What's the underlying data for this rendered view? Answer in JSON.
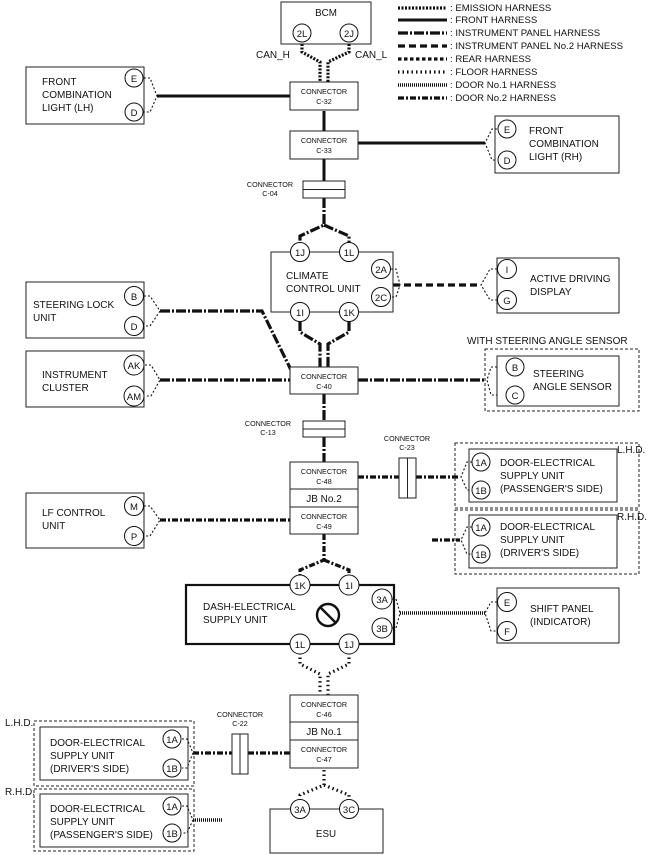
{
  "legend": [
    {
      "label": ": EMISSION HARNESS"
    },
    {
      "label": ": FRONT HARNESS"
    },
    {
      "label": ": INSTRUMENT PANEL HARNESS"
    },
    {
      "label": ": INSTRUMENT PANEL No.2 HARNESS"
    },
    {
      "label": ": REAR HARNESS"
    },
    {
      "label": ": FLOOR HARNESS"
    },
    {
      "label": ": DOOR No.1 HARNESS"
    },
    {
      "label": ": DOOR No.2 HARNESS"
    }
  ],
  "bcm": {
    "title": "BCM",
    "pin_left": "2L",
    "pin_right": "2J",
    "can_h": "CAN_H",
    "can_l": "CAN_L"
  },
  "connectors": {
    "c32": {
      "l1": "CONNECTOR",
      "l2": "C-32"
    },
    "c33": {
      "l1": "CONNECTOR",
      "l2": "C-33"
    },
    "c04": {
      "l1": "CONNECTOR",
      "l2": "C-04"
    },
    "c40": {
      "l1": "CONNECTOR",
      "l2": "C-40"
    },
    "c13": {
      "l1": "CONNECTOR",
      "l2": "C-13"
    },
    "c23": {
      "l1": "CONNECTOR",
      "l2": "C-23"
    },
    "c48": {
      "l1": "CONNECTOR",
      "l2": "C-48"
    },
    "c49": {
      "l1": "CONNECTOR",
      "l2": "C-49"
    },
    "c46": {
      "l1": "CONNECTOR",
      "l2": "C-46"
    },
    "c47": {
      "l1": "CONNECTOR",
      "l2": "C-47"
    },
    "c22": {
      "l1": "CONNECTOR",
      "l2": "C-22"
    }
  },
  "jb2": "JB No.2",
  "jb1": "JB No.1",
  "front_lh": {
    "l1": "FRONT",
    "l2": "COMBINATION",
    "l3": "LIGHT (LH)",
    "p1": "E",
    "p2": "D"
  },
  "front_rh": {
    "l1": "FRONT",
    "l2": "COMBINATION",
    "l3": "LIGHT (RH)",
    "p1": "E",
    "p2": "D"
  },
  "climate": {
    "l1": "CLIMATE",
    "l2": "CONTROL UNIT",
    "p1": "1J",
    "p2": "1L",
    "p3": "2A",
    "p4": "2C",
    "p5": "1I",
    "p6": "1K"
  },
  "active_display": {
    "l1": "ACTIVE DRIVING",
    "l2": "DISPLAY",
    "p1": "I",
    "p2": "G"
  },
  "steering_lock": {
    "l1": "STEERING LOCK",
    "l2": "UNIT",
    "p1": "B",
    "p2": "D"
  },
  "instrument": {
    "l1": "INSTRUMENT",
    "l2": "CLUSTER",
    "p1": "AK",
    "p2": "AM"
  },
  "steering_angle": {
    "header": "WITH STEERING ANGLE SENSOR",
    "l1": "STEERING",
    "l2": "ANGLE SENSOR",
    "p1": "B",
    "p2": "C"
  },
  "lf_control": {
    "l1": "LF CONTROL",
    "l2": "UNIT",
    "p1": "M",
    "p2": "P"
  },
  "door_pass_top": {
    "region": "L.H.D.",
    "l1": "DOOR-ELECTRICAL",
    "l2": "SUPPLY UNIT",
    "l3": "(PASSENGER'S SIDE)",
    "p1": "1A",
    "p2": "1B"
  },
  "door_drv_top": {
    "region": "R.H.D.",
    "l1": "DOOR-ELECTRICAL",
    "l2": "SUPPLY UNIT",
    "l3": "(DRIVER'S SIDE)",
    "p1": "1A",
    "p2": "1B"
  },
  "dash": {
    "l1": "DASH-ELECTRICAL",
    "l2": "SUPPLY UNIT",
    "p1": "1K",
    "p2": "1I",
    "p3": "3A",
    "p4": "3B",
    "p5": "1L",
    "p6": "1J"
  },
  "shift": {
    "l1": "SHIFT PANEL",
    "l2": "(INDICATOR)",
    "p1": "E",
    "p2": "F"
  },
  "door_drv_bot": {
    "region": "L.H.D.",
    "l1": "DOOR-ELECTRICAL",
    "l2": "SUPPLY UNIT",
    "l3": "(DRIVER'S SIDE)",
    "p1": "1A",
    "p2": "1B"
  },
  "door_pass_bot": {
    "region": "R.H.D.",
    "l1": "DOOR-ELECTRICAL",
    "l2": "SUPPLY UNIT",
    "l3": "(PASSENGER'S SIDE)",
    "p1": "1A",
    "p2": "1B"
  },
  "esu": {
    "title": "ESU",
    "p1": "3A",
    "p2": "3C"
  }
}
